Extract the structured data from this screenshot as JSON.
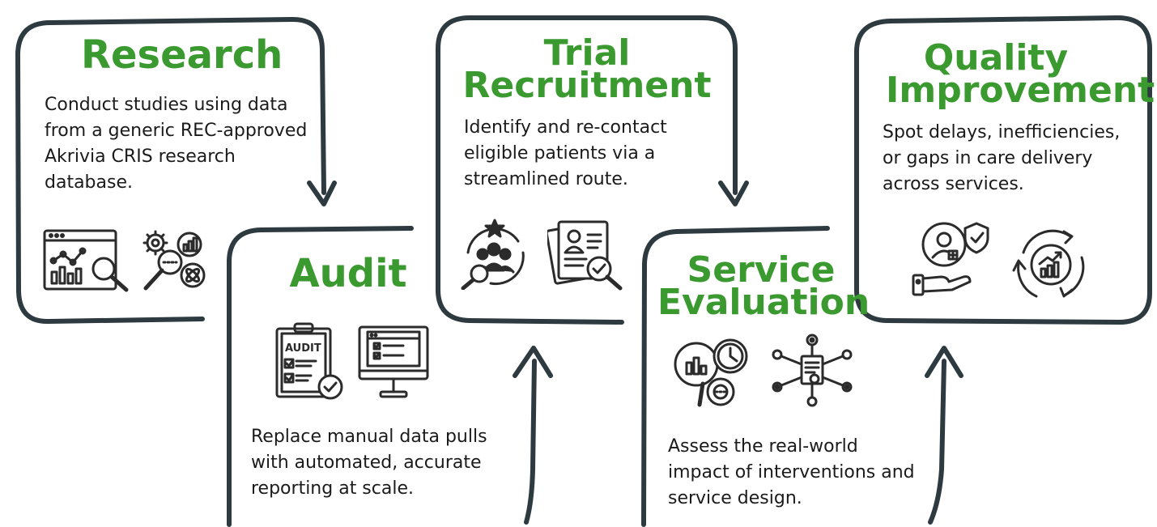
{
  "colors": {
    "frame": "#2d3a40",
    "title": "#3a9a2f",
    "text": "#1b1b1b",
    "icon": "#2b2b2b"
  },
  "cards": {
    "research": {
      "title": "Research",
      "description": "Conduct studies using data from a generic REC-approved Akrivia CRIS research database.",
      "icons": [
        "analytics-dashboard-icon",
        "data-search-gears-icon"
      ]
    },
    "audit": {
      "title": "Audit",
      "description": "Replace manual data pulls with automated, accurate reporting at scale.",
      "icons": [
        "audit-clipboard-icon",
        "monitor-checklist-icon"
      ],
      "icon_label": "AUDIT"
    },
    "trial": {
      "title_line1": "Trial",
      "title_line2": "Recruitment",
      "description": "Identify and re-contact eligible patients via a streamlined route.",
      "icons": [
        "patient-search-group-icon",
        "profile-document-check-icon"
      ]
    },
    "service": {
      "title_line1": "Service",
      "title_line2": "Evaluation",
      "description": "Assess the real-world impact of interventions and service design.",
      "icons": [
        "analysis-gauge-gears-icon",
        "document-network-icon"
      ]
    },
    "quality": {
      "title_line1": "Quality",
      "title_line2": "Improvement",
      "description": "Spot delays, inefficiencies, or gaps in care delivery across services.",
      "icons": [
        "patient-care-shield-icon",
        "growth-cycle-icon"
      ]
    }
  }
}
